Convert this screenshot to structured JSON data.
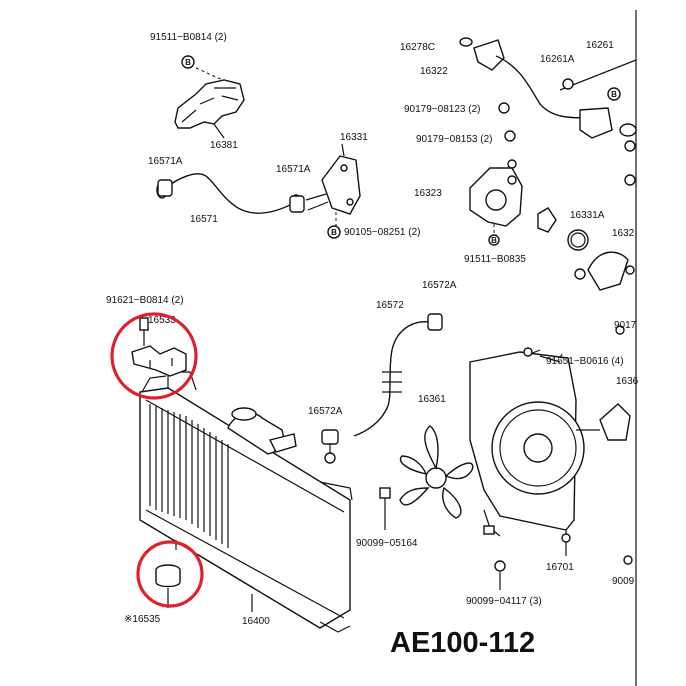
{
  "labels": {
    "p91511_b0814": "91511−B0814 (2)",
    "p16381": "16381",
    "p16571a_left": "16571A",
    "p16571a_right": "16571A",
    "p16571": "16571",
    "p16331": "16331",
    "p90105": "90105−08251 (2)",
    "p16278c": "16278C",
    "p16322": "16322",
    "p16261a": "16261A",
    "p16261": "16261",
    "p90179_08123": "90179−08123 (2)",
    "p90179_08153": "90179−08153 (2)",
    "p16323": "16323",
    "p16331a": "16331A",
    "p16323_cut": "1632",
    "p91511_b0835": "91511−B0835",
    "p91621": "91621−B0814 (2)",
    "p16533": "16533",
    "p16572": "16572",
    "p16572a_top": "16572A",
    "p16572a_mid": "16572A",
    "p16361": "16361",
    "p91651": "91651−B0616 (4)",
    "p9017_cut": "9017",
    "p1636_cut": "1636",
    "p90099_05164": "90099−05164",
    "p16701": "16701",
    "p90099_04117": "90099−04117 (3)",
    "p9009_cut": "9009",
    "p16535": "※16535",
    "p16400": "16400",
    "bolt_mark": "B"
  },
  "catalog_code": "AE100-112",
  "highlight_color": "#e0202a"
}
